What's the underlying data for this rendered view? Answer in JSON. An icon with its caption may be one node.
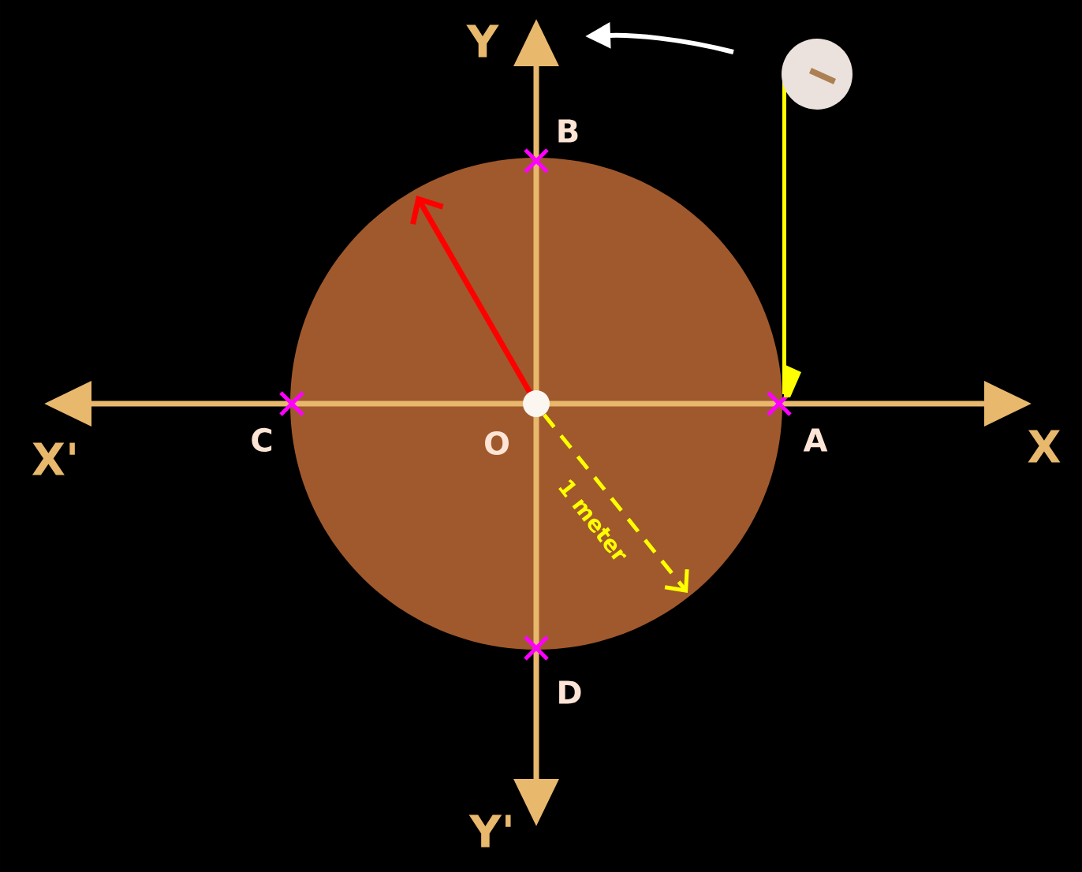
{
  "diagram": {
    "labels": [
      "Y",
      "B",
      "X'",
      "C",
      "O",
      "A",
      "X",
      "D",
      "Y'",
      "1 meter"
    ]
  }
}
